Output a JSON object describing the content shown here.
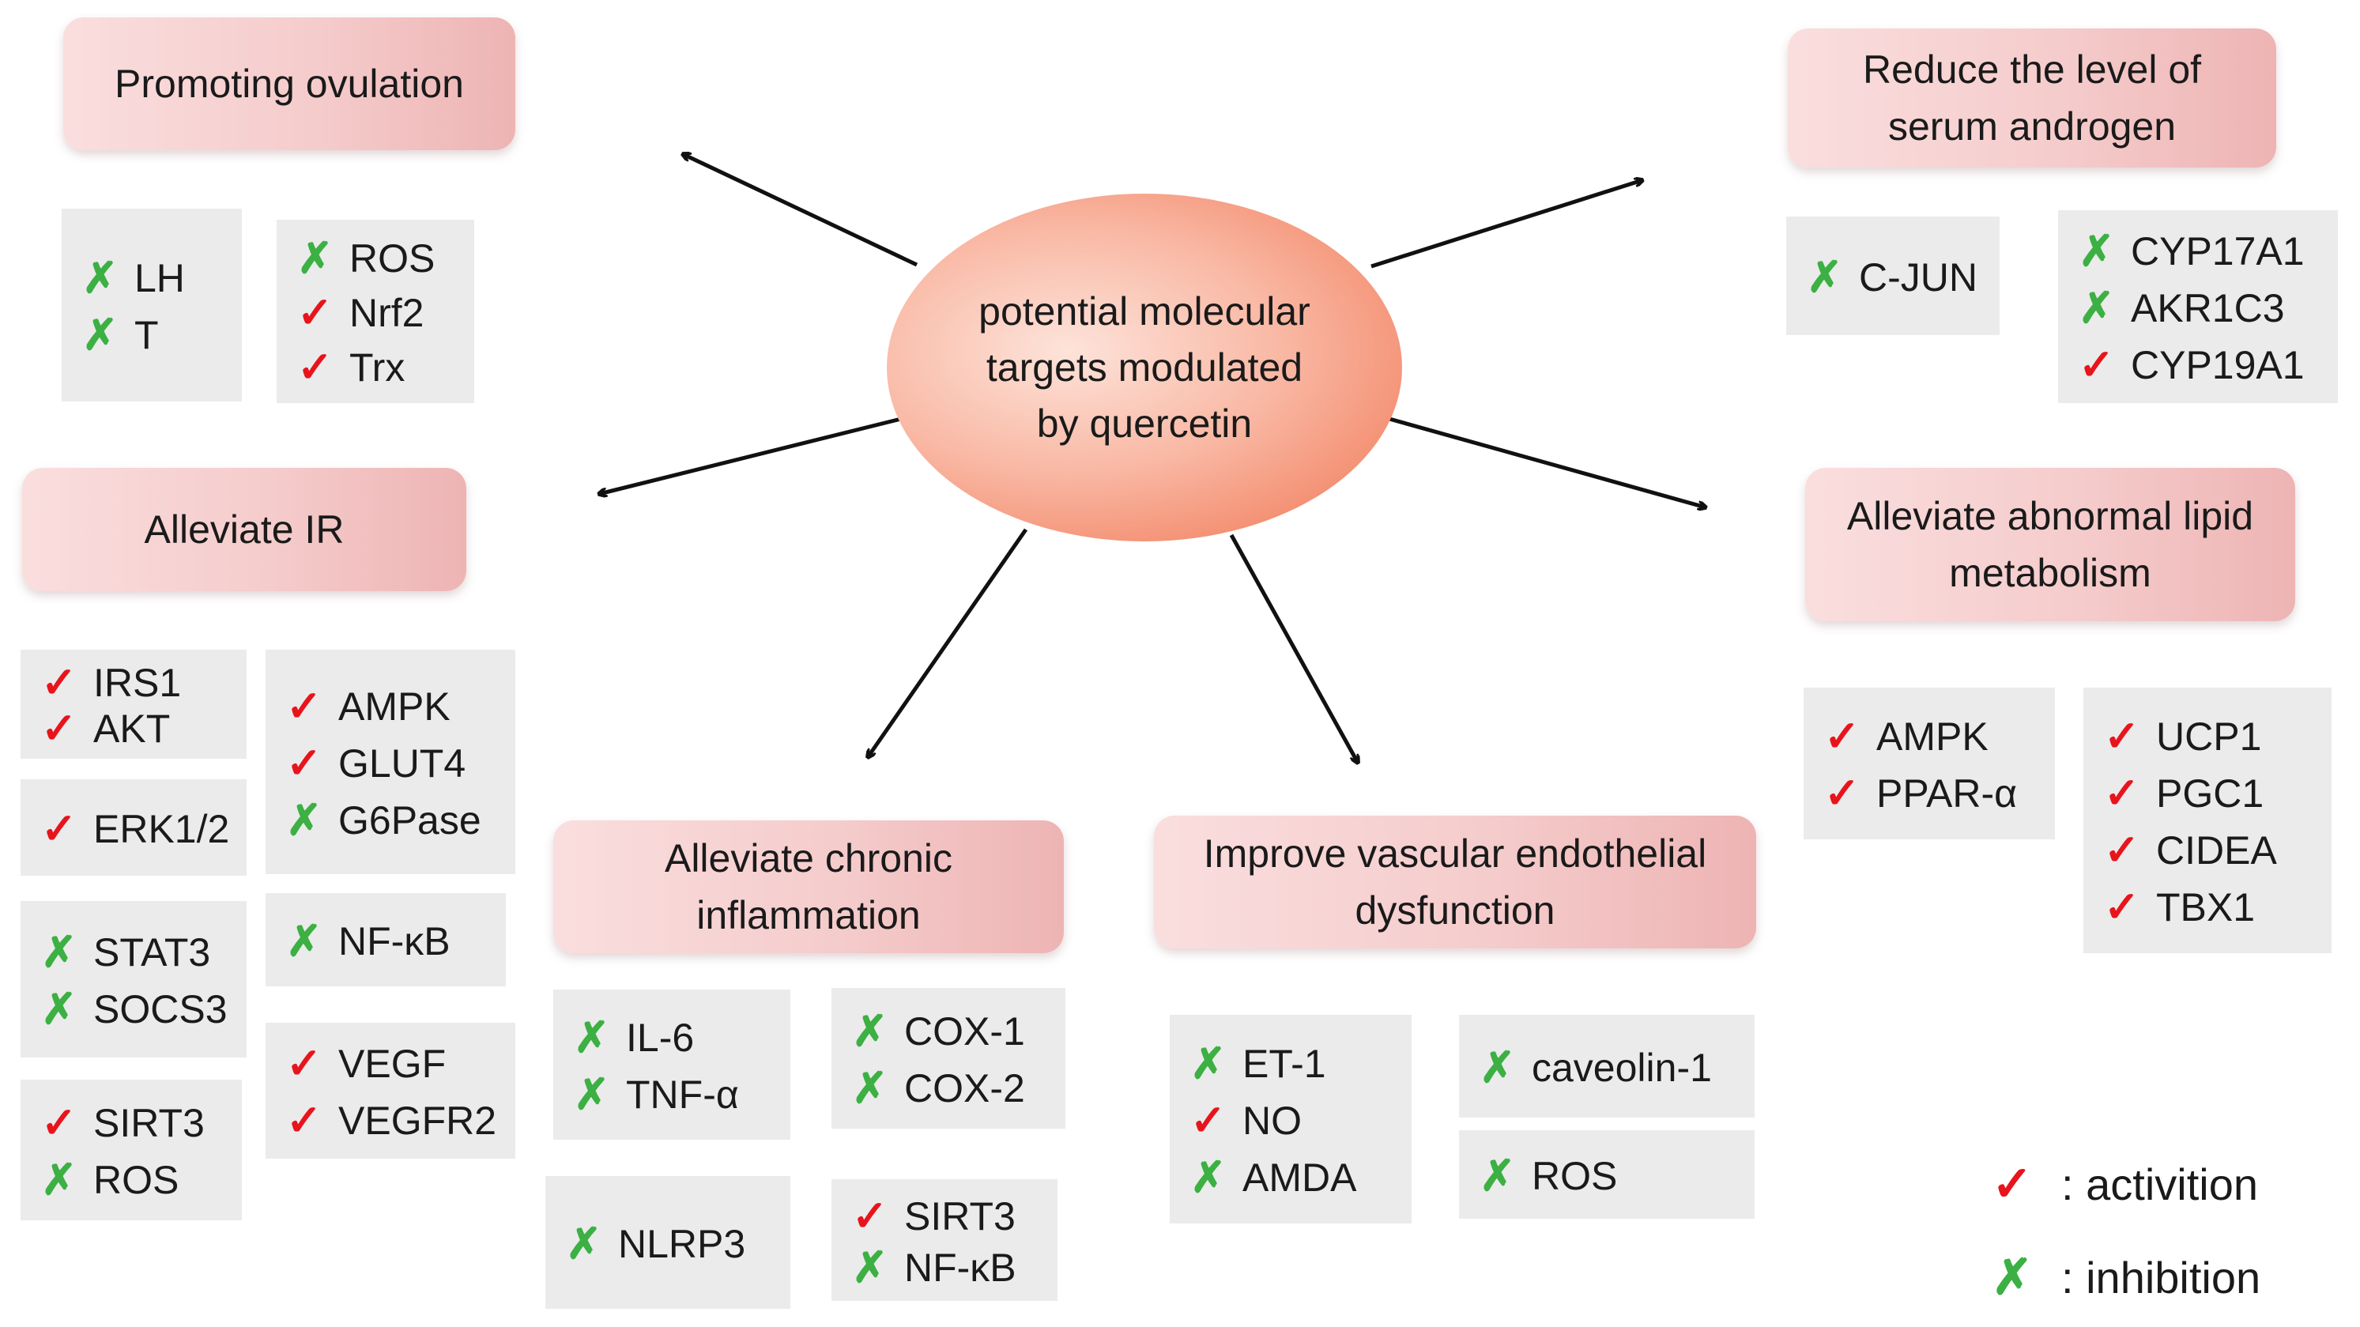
{
  "center": {
    "label": "potential molecular targets modulated by quercetin"
  },
  "categories": [
    {
      "id": "promoting-ovulation",
      "title": "Promoting ovulation",
      "boxes": [
        [
          {
            "gene": "LH",
            "effect": "inhibition"
          },
          {
            "gene": "T",
            "effect": "inhibition"
          }
        ],
        [
          {
            "gene": "ROS",
            "effect": "inhibition"
          },
          {
            "gene": "Nrf2",
            "effect": "activation"
          },
          {
            "gene": "Trx",
            "effect": "activation"
          }
        ]
      ]
    },
    {
      "id": "reduce-serum-androgen",
      "title": "Reduce the level of serum androgen",
      "boxes": [
        [
          {
            "gene": "C-JUN",
            "effect": "inhibition"
          }
        ],
        [
          {
            "gene": "CYP17A1",
            "effect": "inhibition"
          },
          {
            "gene": "AKR1C3",
            "effect": "inhibition"
          },
          {
            "gene": "CYP19A1",
            "effect": "activation"
          }
        ]
      ]
    },
    {
      "id": "alleviate-ir",
      "title": "Alleviate IR",
      "boxes": [
        [
          {
            "gene": "IRS1",
            "effect": "activation"
          },
          {
            "gene": "AKT",
            "effect": "activation"
          }
        ],
        [
          {
            "gene": "ERK1/2",
            "effect": "activation"
          }
        ],
        [
          {
            "gene": "STAT3",
            "effect": "inhibition"
          },
          {
            "gene": "SOCS3",
            "effect": "inhibition"
          }
        ],
        [
          {
            "gene": "SIRT3",
            "effect": "activation"
          },
          {
            "gene": "ROS",
            "effect": "inhibition"
          }
        ],
        [
          {
            "gene": "AMPK",
            "effect": "activation"
          },
          {
            "gene": "GLUT4",
            "effect": "activation"
          },
          {
            "gene": "G6Pase",
            "effect": "inhibition"
          }
        ],
        [
          {
            "gene": "NF-κB",
            "effect": "inhibition"
          }
        ],
        [
          {
            "gene": "VEGF",
            "effect": "activation"
          },
          {
            "gene": "VEGFR2",
            "effect": "activation"
          }
        ]
      ]
    },
    {
      "id": "alleviate-lipid-metabolism",
      "title": "Alleviate abnormal lipid metabolism",
      "boxes": [
        [
          {
            "gene": "AMPK",
            "effect": "activation"
          },
          {
            "gene": "PPAR-α",
            "effect": "activation"
          }
        ],
        [
          {
            "gene": "UCP1",
            "effect": "activation"
          },
          {
            "gene": "PGC1",
            "effect": "activation"
          },
          {
            "gene": "CIDEA",
            "effect": "activation"
          },
          {
            "gene": "TBX1",
            "effect": "activation"
          }
        ]
      ]
    },
    {
      "id": "alleviate-chronic-inflammation",
      "title": "Alleviate chronic inflammation",
      "boxes": [
        [
          {
            "gene": "IL-6",
            "effect": "inhibition"
          },
          {
            "gene": "TNF-α",
            "effect": "inhibition"
          }
        ],
        [
          {
            "gene": "COX-1",
            "effect": "inhibition"
          },
          {
            "gene": "COX-2",
            "effect": "inhibition"
          }
        ],
        [
          {
            "gene": "NLRP3",
            "effect": "inhibition"
          }
        ],
        [
          {
            "gene": "SIRT3",
            "effect": "activation"
          },
          {
            "gene": "NF-κB",
            "effect": "inhibition"
          }
        ]
      ]
    },
    {
      "id": "improve-vascular-endothelial",
      "title": "Improve vascular endothelial dysfunction",
      "boxes": [
        [
          {
            "gene": "ET-1",
            "effect": "inhibition"
          },
          {
            "gene": "NO",
            "effect": "activation"
          },
          {
            "gene": "AMDA",
            "effect": "inhibition"
          }
        ],
        [
          {
            "gene": "caveolin-1",
            "effect": "inhibition"
          }
        ],
        [
          {
            "gene": "ROS",
            "effect": "inhibition"
          }
        ]
      ]
    }
  ],
  "legend": {
    "activation_label": ":  activition",
    "inhibition_label": ": inhibition"
  },
  "colors": {
    "activation_mark": "#e8141c",
    "inhibition_mark": "#3cb043",
    "category_fill": "#f5cccc",
    "gene_box_fill": "#ebebeb"
  }
}
